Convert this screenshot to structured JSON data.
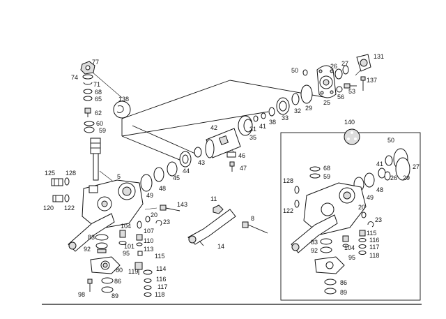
{
  "diagram": {
    "callouts": [
      {
        "id": "l131",
        "text": "131"
      },
      {
        "id": "l27a",
        "text": "27"
      },
      {
        "id": "l26a",
        "text": "26"
      },
      {
        "id": "l50a",
        "text": "50"
      },
      {
        "id": "l137",
        "text": "137"
      },
      {
        "id": "l53",
        "text": "53"
      },
      {
        "id": "l56",
        "text": "56"
      },
      {
        "id": "l25",
        "text": "25"
      },
      {
        "id": "l29a",
        "text": "29"
      },
      {
        "id": "l32",
        "text": "32"
      },
      {
        "id": "l33",
        "text": "33"
      },
      {
        "id": "l38",
        "text": "38"
      },
      {
        "id": "l41a",
        "text": "41"
      },
      {
        "id": "l31",
        "text": "31"
      },
      {
        "id": "l35",
        "text": "35"
      },
      {
        "id": "l42",
        "text": "42"
      },
      {
        "id": "l46",
        "text": "46"
      },
      {
        "id": "l47",
        "text": "47"
      },
      {
        "id": "l43",
        "text": "43"
      },
      {
        "id": "l44",
        "text": "44"
      },
      {
        "id": "l45",
        "text": "45"
      },
      {
        "id": "l48a",
        "text": "48"
      },
      {
        "id": "l49a",
        "text": "49"
      },
      {
        "id": "l77",
        "text": "77"
      },
      {
        "id": "l74",
        "text": "74"
      },
      {
        "id": "l71",
        "text": "71"
      },
      {
        "id": "l68a",
        "text": "68"
      },
      {
        "id": "l65",
        "text": "65"
      },
      {
        "id": "l138",
        "text": "138"
      },
      {
        "id": "l62",
        "text": "62"
      },
      {
        "id": "l60",
        "text": "60"
      },
      {
        "id": "l59a",
        "text": "59"
      },
      {
        "id": "l5",
        "text": "5"
      },
      {
        "id": "l125",
        "text": "125"
      },
      {
        "id": "l128a",
        "text": "128"
      },
      {
        "id": "l120",
        "text": "120"
      },
      {
        "id": "l122a",
        "text": "122"
      },
      {
        "id": "l143",
        "text": "143"
      },
      {
        "id": "l20a",
        "text": "20"
      },
      {
        "id": "l23a",
        "text": "23"
      },
      {
        "id": "l104a",
        "text": "104"
      },
      {
        "id": "l107",
        "text": "107"
      },
      {
        "id": "l101",
        "text": "101"
      },
      {
        "id": "l110",
        "text": "110"
      },
      {
        "id": "l113",
        "text": "113"
      },
      {
        "id": "l95a",
        "text": "95"
      },
      {
        "id": "l92a",
        "text": "92"
      },
      {
        "id": "l83a",
        "text": "83"
      },
      {
        "id": "l115a",
        "text": "115"
      },
      {
        "id": "l80",
        "text": "80"
      },
      {
        "id": "l119",
        "text": "119"
      },
      {
        "id": "l114",
        "text": "114"
      },
      {
        "id": "l116a",
        "text": "116"
      },
      {
        "id": "l117a",
        "text": "117"
      },
      {
        "id": "l118a",
        "text": "118"
      },
      {
        "id": "l98",
        "text": "98"
      },
      {
        "id": "l86a",
        "text": "86"
      },
      {
        "id": "l89a",
        "text": "89"
      },
      {
        "id": "l11",
        "text": "11"
      },
      {
        "id": "l8",
        "text": "8"
      },
      {
        "id": "l14",
        "text": "14"
      },
      {
        "id": "l140",
        "text": "140"
      },
      {
        "id": "l50b",
        "text": "50"
      },
      {
        "id": "l27b",
        "text": "27"
      },
      {
        "id": "l29b",
        "text": "29"
      },
      {
        "id": "l41b",
        "text": "41"
      },
      {
        "id": "l26b",
        "text": "26"
      },
      {
        "id": "l68b",
        "text": "68"
      },
      {
        "id": "l59b",
        "text": "59"
      },
      {
        "id": "l48b",
        "text": "48"
      },
      {
        "id": "l49b",
        "text": "49"
      },
      {
        "id": "l128b",
        "text": "128"
      },
      {
        "id": "l122b",
        "text": "122"
      },
      {
        "id": "l20b",
        "text": "20"
      },
      {
        "id": "l23b",
        "text": "23"
      },
      {
        "id": "l115b",
        "text": "115"
      },
      {
        "id": "l116b",
        "text": "116"
      },
      {
        "id": "l117b",
        "text": "117"
      },
      {
        "id": "l118b",
        "text": "118"
      },
      {
        "id": "l104b",
        "text": "104"
      },
      {
        "id": "l83b",
        "text": "83"
      },
      {
        "id": "l92b",
        "text": "92"
      },
      {
        "id": "l95b",
        "text": "95"
      },
      {
        "id": "l86b",
        "text": "86"
      },
      {
        "id": "l89b",
        "text": "89"
      }
    ]
  }
}
